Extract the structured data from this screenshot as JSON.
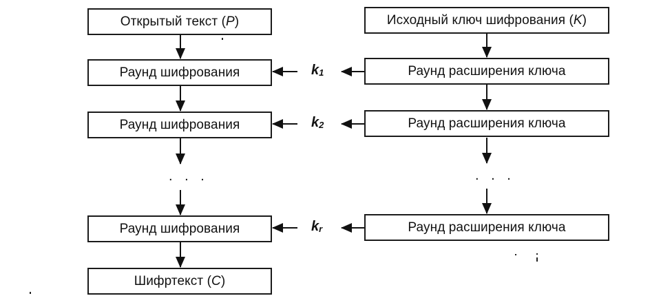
{
  "diagram": {
    "type": "block-cipher-key-schedule",
    "left_column": {
      "input": {
        "text": "Открытый текст (",
        "var": "P",
        "close": ")"
      },
      "rounds": [
        {
          "text": "Раунд шифрования"
        },
        {
          "text": "Раунд шифрования"
        },
        {
          "text": "Раунд шифрования"
        }
      ],
      "ellipsis": ". . .",
      "output": {
        "text": "Шифртекст (",
        "var": "C",
        "close": ")"
      }
    },
    "right_column": {
      "input": {
        "text": "Исходный ключ шифрования (",
        "var": "K",
        "close": ")"
      },
      "rounds": [
        {
          "text": "Раунд расширения ключа"
        },
        {
          "text": "Раунд расширения ключа"
        },
        {
          "text": "Раунд расширения ключа"
        }
      ],
      "ellipsis": ". . ."
    },
    "round_keys": [
      {
        "base": "k",
        "sub": "1"
      },
      {
        "base": "k",
        "sub": "2"
      },
      {
        "base": "k",
        "sub": "r"
      }
    ],
    "edges": [
      {
        "from": "plaintext",
        "to": "enc-round-1"
      },
      {
        "from": "enc-round-1",
        "to": "enc-round-2"
      },
      {
        "from": "enc-round-2",
        "to": "ellipsis-left"
      },
      {
        "from": "ellipsis-left",
        "to": "enc-round-r"
      },
      {
        "from": "enc-round-r",
        "to": "ciphertext"
      },
      {
        "from": "initial-key",
        "to": "key-round-1"
      },
      {
        "from": "key-round-1",
        "to": "key-round-2"
      },
      {
        "from": "key-round-2",
        "to": "ellipsis-right"
      },
      {
        "from": "ellipsis-right",
        "to": "key-round-r"
      },
      {
        "from": "key-round-1",
        "to": "k1"
      },
      {
        "from": "k1",
        "to": "enc-round-1"
      },
      {
        "from": "key-round-2",
        "to": "k2"
      },
      {
        "from": "k2",
        "to": "enc-round-2"
      },
      {
        "from": "key-round-r",
        "to": "kr"
      },
      {
        "from": "kr",
        "to": "enc-round-r"
      }
    ]
  }
}
